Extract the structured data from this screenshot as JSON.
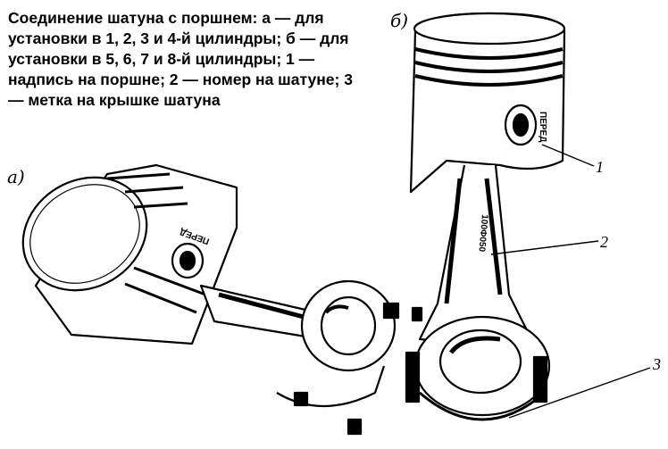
{
  "caption": {
    "lines": [
      "Соединение шатуна с поршнем: а — для",
      "установки в 1, 2, 3 и 4-й цилиндры; б — для",
      "установки в 5, 6, 7 и 8-й цилиндры; 1 —",
      "надпись на поршне; 2 — номер на шатуне; 3",
      "— метка на крышке шатуна"
    ]
  },
  "diagram": {
    "view_a_label": "а)",
    "view_b_label": "б)",
    "callouts": [
      "1",
      "2",
      "3"
    ],
    "piston_marking": "ПЕРЕД",
    "rod_number": "100Ф050"
  }
}
